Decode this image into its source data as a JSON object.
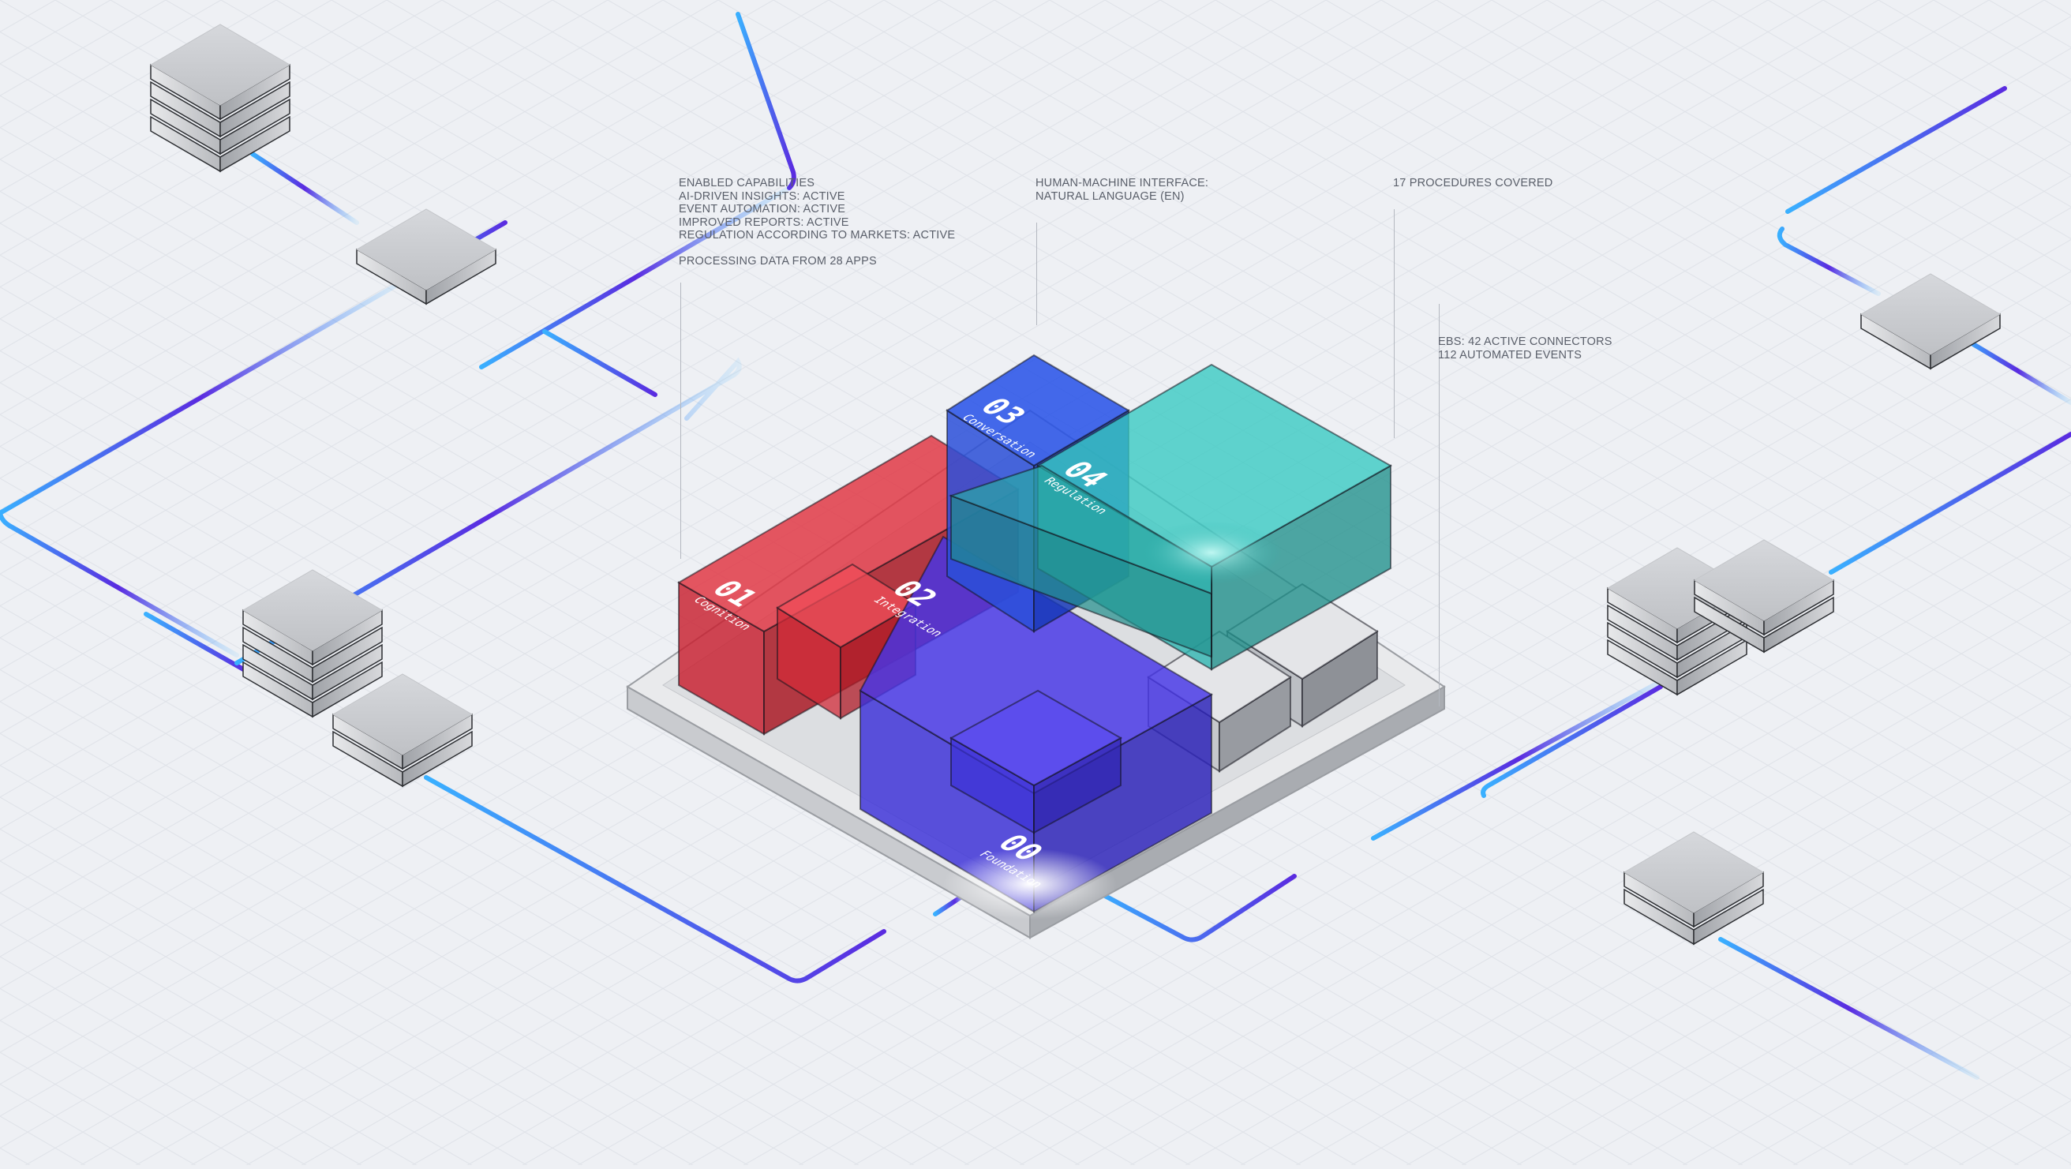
{
  "annotations": {
    "capabilities": {
      "lines": [
        "ENABLED CAPABILITIES",
        "AI-DRIVEN INSIGHTS: ACTIVE",
        "EVENT AUTOMATION: ACTIVE",
        "IMPROVED REPORTS: ACTIVE",
        "REGULATION ACCORDING TO MARKETS: ACTIVE"
      ],
      "footer": "PROCESSING DATA FROM 28 APPS"
    },
    "interface": {
      "lines": [
        "HUMAN-MACHINE INTERFACE:",
        "NATURAL LANGUAGE (EN)"
      ]
    },
    "procedures": {
      "lines": [
        "17 PROCEDURES COVERED"
      ]
    },
    "connectors": {
      "lines": [
        "EBS: 42 ACTIVE CONNECTORS",
        "112 AUTOMATED EVENTS"
      ]
    }
  },
  "modules": [
    {
      "number": "00",
      "name": "Foundation",
      "color": "#ffffff"
    },
    {
      "number": "01",
      "name": "Cognition",
      "color": "#e0323f"
    },
    {
      "number": "02",
      "name": "Integration",
      "color": "#3a2fd8"
    },
    {
      "number": "03",
      "name": "Conversation",
      "color": "#2450e8"
    },
    {
      "number": "04",
      "name": "Regulation",
      "color": "#2bb5b0"
    }
  ],
  "colors": {
    "background": "#eef0f4",
    "grid": "#dfe2e8",
    "connector_start": "#3ab0ff",
    "connector_end": "#5a2be0",
    "server": "#c9cbcf"
  }
}
